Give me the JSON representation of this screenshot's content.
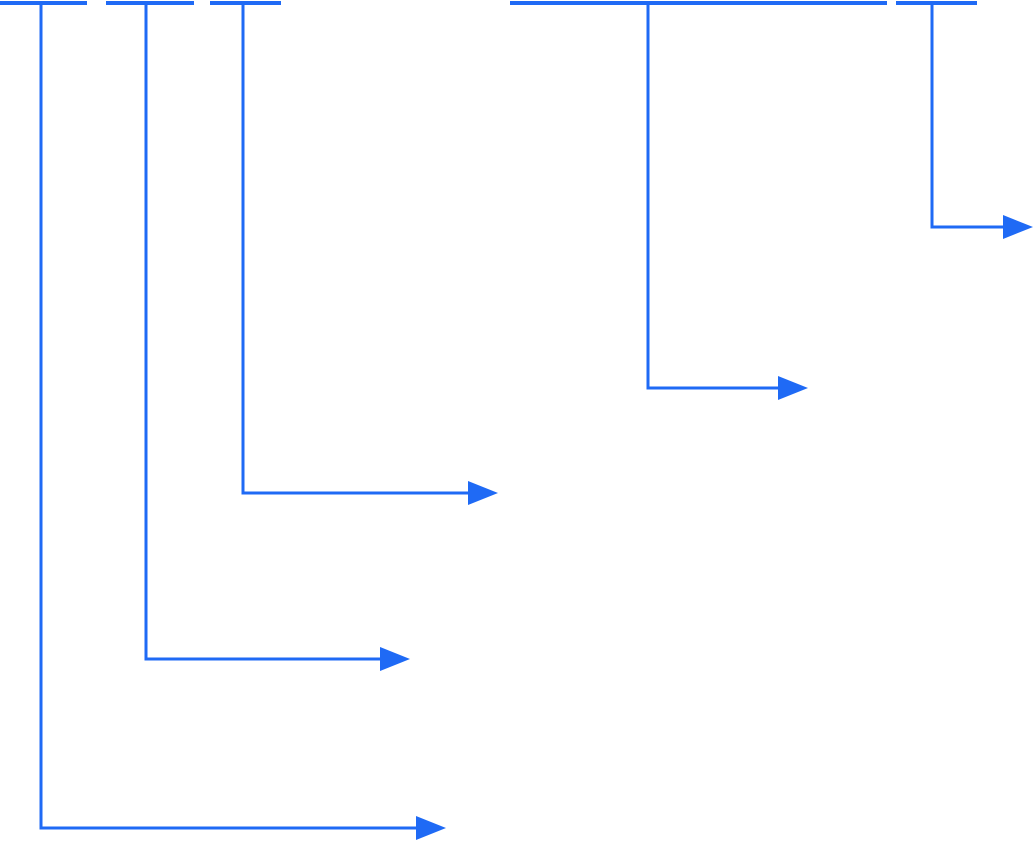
{
  "diagram": {
    "type": "callout-arrows",
    "accent_color": "#1f6af5",
    "callouts": [
      {
        "id": "callout-1",
        "icon": "arrow-right-icon"
      },
      {
        "id": "callout-2",
        "icon": "arrow-right-icon"
      },
      {
        "id": "callout-3",
        "icon": "arrow-right-icon"
      },
      {
        "id": "callout-4",
        "icon": "arrow-right-icon"
      },
      {
        "id": "callout-5",
        "icon": "arrow-right-icon"
      }
    ]
  }
}
